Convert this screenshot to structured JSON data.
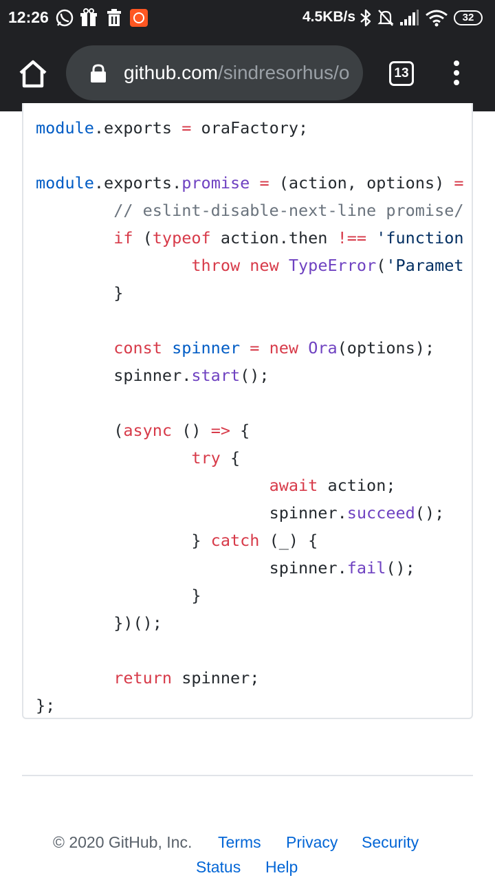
{
  "status_bar": {
    "time": "12:26",
    "network_speed": "4.5KB/s",
    "battery": "32",
    "icons": [
      "viber-icon",
      "gift-icon",
      "trash-icon",
      "app-notification-icon",
      "bluetooth-icon",
      "mute-icon",
      "signal-icon",
      "wifi-icon"
    ]
  },
  "browser": {
    "url_host": "github.com",
    "url_path": "/sindresorhus/o",
    "tab_count": "13"
  },
  "code": {
    "lines": [
      [
        [
          "b",
          "module"
        ],
        [
          "",
          "."
        ],
        [
          "",
          "exports"
        ],
        [
          "k",
          " = "
        ],
        [
          "",
          "oraFactory;"
        ]
      ],
      [],
      [
        [
          "b",
          "module"
        ],
        [
          "",
          "."
        ],
        [
          "",
          "exports"
        ],
        [
          "",
          "."
        ],
        [
          "f",
          "promise"
        ],
        [
          "k",
          " = "
        ],
        [
          "",
          "(action, options) "
        ],
        [
          "k",
          "="
        ]
      ],
      [
        [
          "",
          "        "
        ],
        [
          "c",
          "// eslint-disable-next-line promise/"
        ]
      ],
      [
        [
          "",
          "        "
        ],
        [
          "k",
          "if"
        ],
        [
          "",
          " ("
        ],
        [
          "k",
          "typeof"
        ],
        [
          "",
          " action.then "
        ],
        [
          "k",
          "!=="
        ],
        [
          "s",
          " 'function"
        ]
      ],
      [
        [
          "",
          "                "
        ],
        [
          "k",
          "throw"
        ],
        [
          "",
          " "
        ],
        [
          "k",
          "new"
        ],
        [
          "",
          " "
        ],
        [
          "f",
          "TypeError"
        ],
        [
          "",
          "("
        ],
        [
          "s",
          "'Paramet"
        ]
      ],
      [
        [
          "",
          "        "
        ],
        [
          "",
          "}"
        ]
      ],
      [],
      [
        [
          "",
          "        "
        ],
        [
          "k",
          "const"
        ],
        [
          "",
          " "
        ],
        [
          "b",
          "spinner"
        ],
        [
          "k",
          " = "
        ],
        [
          "k",
          "new"
        ],
        [
          "",
          " "
        ],
        [
          "f",
          "Ora"
        ],
        [
          "",
          "(options);"
        ]
      ],
      [
        [
          "",
          "        "
        ],
        [
          "",
          "spinner."
        ],
        [
          "f",
          "start"
        ],
        [
          "",
          "();"
        ]
      ],
      [],
      [
        [
          "",
          "        "
        ],
        [
          "",
          "("
        ],
        [
          "k",
          "async"
        ],
        [
          "",
          " () "
        ],
        [
          "k",
          "=>"
        ],
        [
          "",
          " {"
        ]
      ],
      [
        [
          "",
          "                "
        ],
        [
          "k",
          "try"
        ],
        [
          "",
          " {"
        ]
      ],
      [
        [
          "",
          "                        "
        ],
        [
          "k",
          "await"
        ],
        [
          "",
          " action;"
        ]
      ],
      [
        [
          "",
          "                        "
        ],
        [
          "",
          "spinner."
        ],
        [
          "f",
          "succeed"
        ],
        [
          "",
          "();"
        ]
      ],
      [
        [
          "",
          "                "
        ],
        [
          "",
          "} "
        ],
        [
          "k",
          "catch"
        ],
        [
          "",
          " (_) {"
        ]
      ],
      [
        [
          "",
          "                        "
        ],
        [
          "",
          "spinner."
        ],
        [
          "f",
          "fail"
        ],
        [
          "",
          "();"
        ]
      ],
      [
        [
          "",
          "                "
        ],
        [
          "",
          "}"
        ]
      ],
      [
        [
          "",
          "        "
        ],
        [
          "",
          "})();"
        ]
      ],
      [],
      [
        [
          "",
          "        "
        ],
        [
          "k",
          "return"
        ],
        [
          "",
          " spinner;"
        ]
      ],
      [
        [
          "",
          "};"
        ]
      ]
    ]
  },
  "footer": {
    "copyright": "© 2020 GitHub, Inc.",
    "links": {
      "terms": "Terms",
      "privacy": "Privacy",
      "security": "Security",
      "status": "Status",
      "help": "Help"
    }
  }
}
